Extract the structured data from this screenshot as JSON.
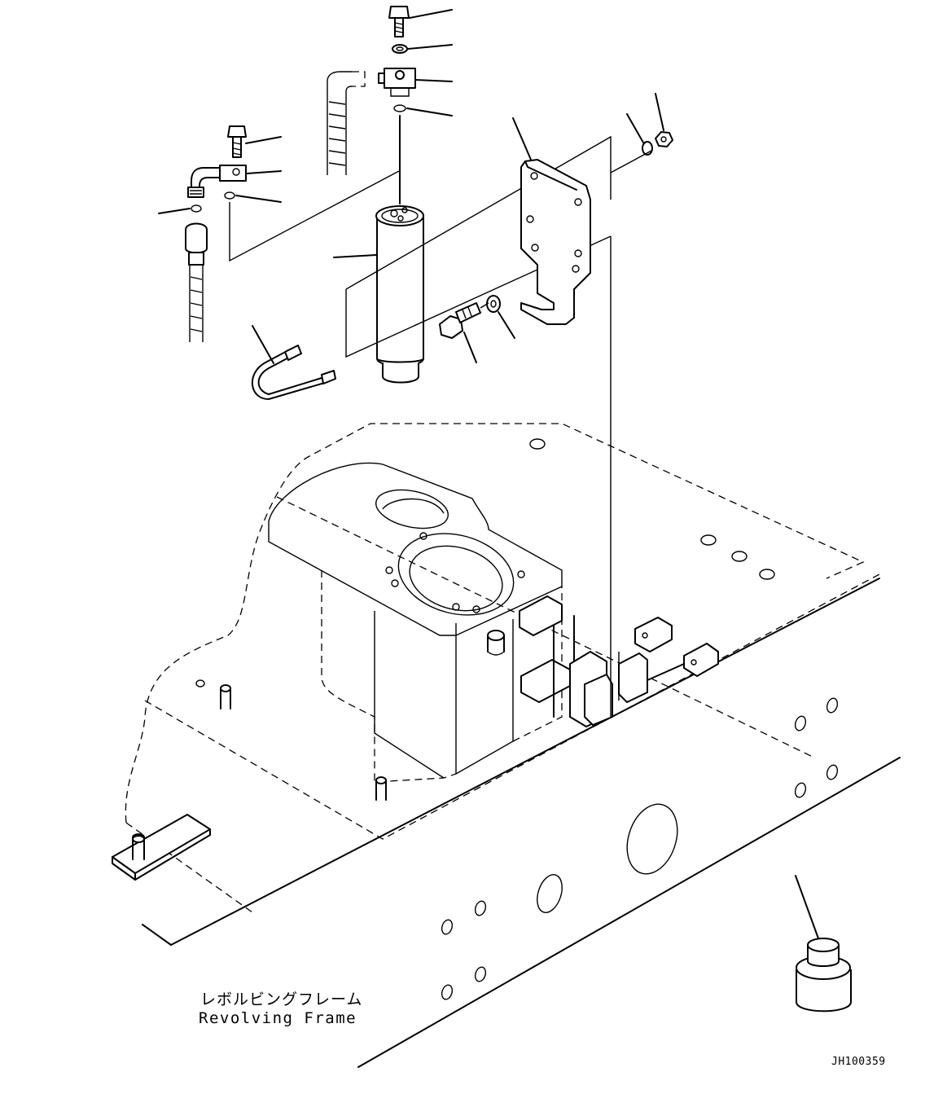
{
  "frame_label": {
    "japanese": "レボルビングフレーム",
    "english": "Revolving Frame"
  },
  "drawing_code": "JH100359"
}
